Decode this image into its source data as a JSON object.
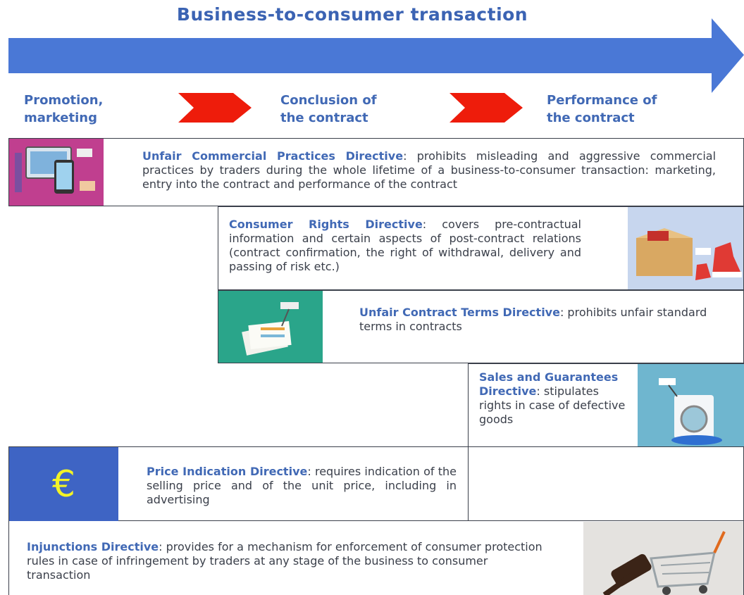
{
  "header": {
    "title": "Business-to-consumer transaction"
  },
  "stages": [
    {
      "label_line1": "Promotion,",
      "label_line2": "marketing"
    },
    {
      "label_line1": "Conclusion of",
      "label_line2": "the contract"
    },
    {
      "label_line1": "Performance of",
      "label_line2": "the contract"
    }
  ],
  "directives": [
    {
      "name": "Unfair Commercial Practices Directive",
      "separator": ":",
      "text": " prohibits misleading and aggressive commercial practices by traders during the whole lifetime of a business-to-consumer transaction: marketing, entry into the contract  and performance of the contract",
      "image": "marketing-devices-illustration"
    },
    {
      "name": "Consumer Rights Directive",
      "separator": ":",
      "text": " covers pre-contractual information and certain aspects of post-contract relations (contract confirmation, the right of withdrawal, delivery and passing of risk etc.)",
      "image": "parcel-box-sneakers-illustration"
    },
    {
      "name": "Unfair Contract Terms Directive",
      "separator": ":",
      "text": " prohibits unfair standard terms in contracts",
      "image": "contract-documents-illustration"
    },
    {
      "name": "Sales and Guarantees Directive",
      "separator": ":",
      "text": " stipulates rights in case of defective goods",
      "image": "leaking-washing-machine-illustration"
    },
    {
      "name": "Price Indication Directive",
      "separator": ":",
      "text": " requires indication of the selling price and of the unit price, including in advertising",
      "symbol": "€",
      "image": "euro-symbol"
    },
    {
      "name": "Injunctions Directive",
      "separator": ":",
      "text": " provides for a mechanism for enforcement of consumer protection rules in case of infringement by traders at any stage of the business to consumer transaction",
      "image": "gavel-shopping-cart-illustration"
    }
  ],
  "colors": {
    "timeline_arrow": "#4a78d6",
    "stage_chevron": "#ee1c0b",
    "heading_text": "#4169b5",
    "euro_panel": "#3e64c4",
    "euro_symbol": "#f3f326"
  }
}
